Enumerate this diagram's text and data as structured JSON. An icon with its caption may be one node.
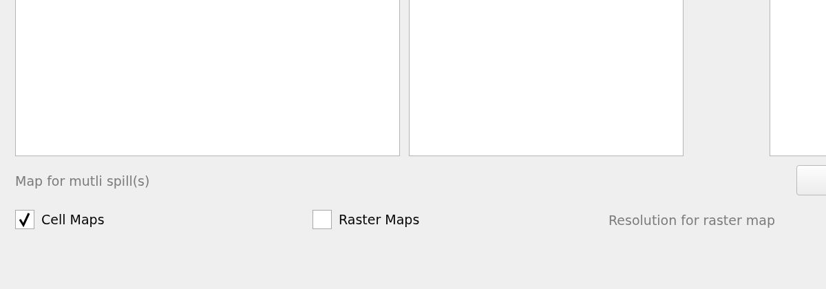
{
  "diagram": {
    "labels": [
      "Map for mutli spill(s)",
      "Cell Maps",
      "Raster Maps",
      "Resolution for raster map"
    ]
  }
}
